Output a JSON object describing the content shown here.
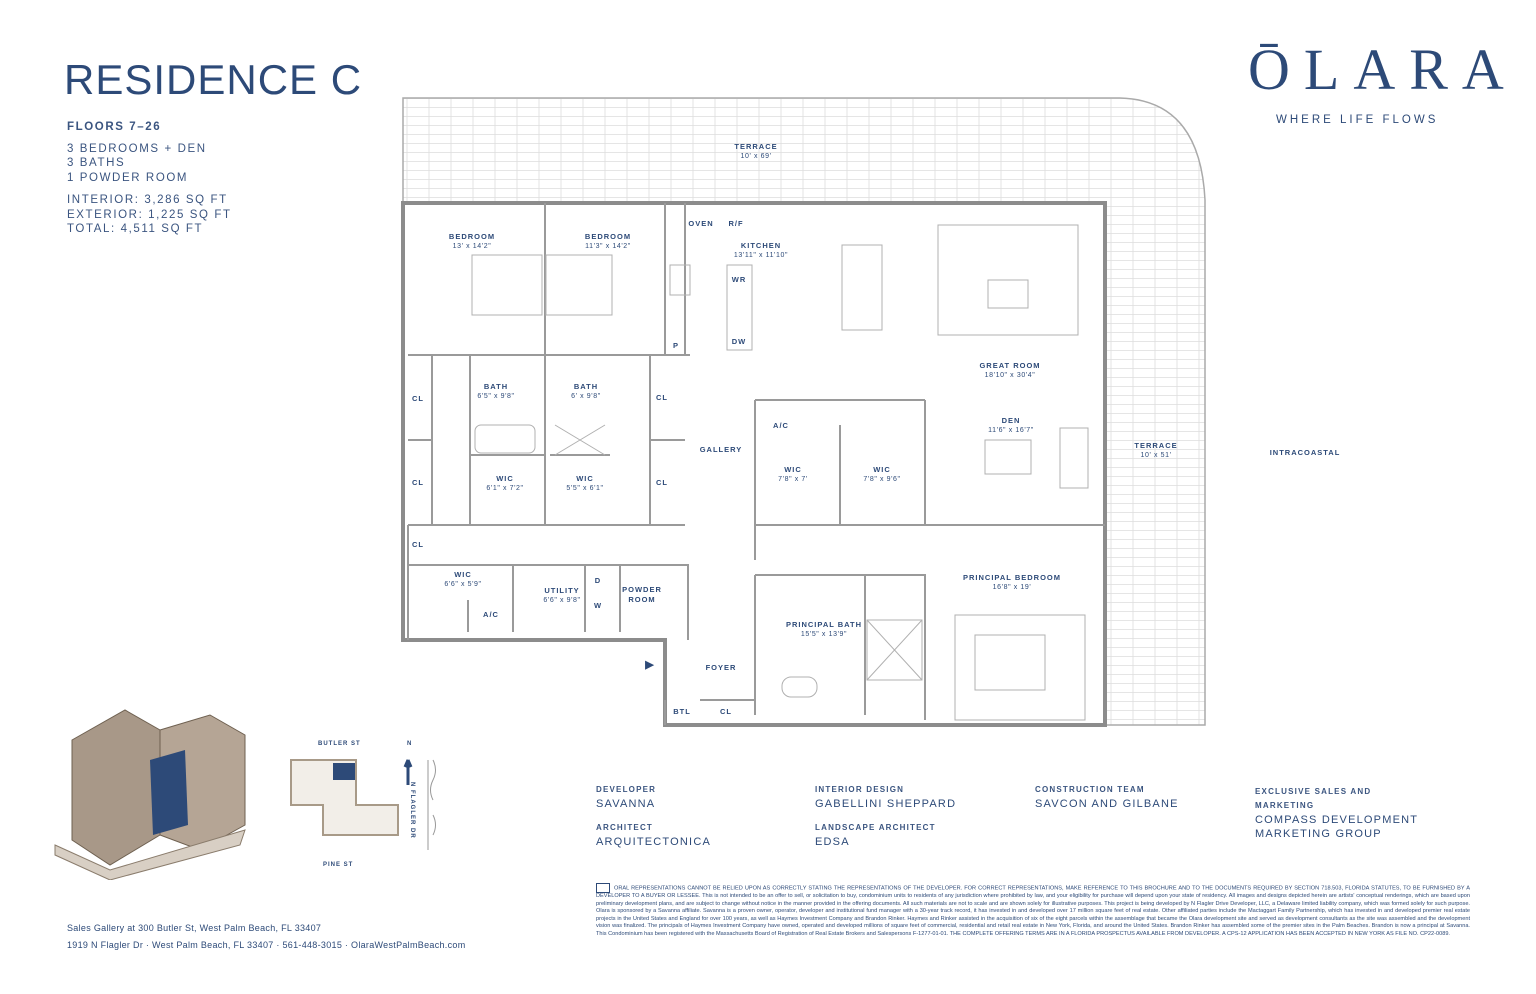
{
  "header": {
    "title": "RESIDENCE C",
    "floors": "FLOORS 7–26",
    "rooms": [
      "3 BEDROOMS + DEN",
      "3 BATHS",
      "1 POWDER ROOM"
    ],
    "areas": [
      "INTERIOR: 3,286 SQ FT",
      "EXTERIOR: 1,225 SQ FT",
      "TOTAL: 4,511 SQ FT"
    ]
  },
  "brand": {
    "logo": "ŌLARA",
    "tagline": "WHERE LIFE FLOWS"
  },
  "plan": {
    "terrace_top": {
      "name": "TERRACE",
      "dim": "10' x 69'"
    },
    "terrace_right": {
      "name": "TERRACE",
      "dim": "10' x 51'"
    },
    "intracoastal": "INTRACOASTAL",
    "bedroom1": {
      "name": "BEDROOM",
      "dim": "13' x 14'2\""
    },
    "bedroom2": {
      "name": "BEDROOM",
      "dim": "11'3\" x 14'2\""
    },
    "kitchen": {
      "name": "KITCHEN",
      "dim": "13'11\" x 11'10\""
    },
    "great_room": {
      "name": "GREAT ROOM",
      "dim": "18'10\" x 30'4\""
    },
    "bath1": {
      "name": "BATH",
      "dim": "6'5\" x 9'8\""
    },
    "bath2": {
      "name": "BATH",
      "dim": "6' x 9'8\""
    },
    "wic1": {
      "name": "WIC",
      "dim": "6'1\" x 7'2\""
    },
    "wic2": {
      "name": "WIC",
      "dim": "5'5\" x 6'1\""
    },
    "gallery": "GALLERY",
    "wic3": {
      "name": "WIC",
      "dim": "7'8\" x 7'"
    },
    "wic4": {
      "name": "WIC",
      "dim": "7'8\" x 9'6\""
    },
    "den": {
      "name": "DEN",
      "dim": "11'6\" x 16'7\""
    },
    "wic5": {
      "name": "WIC",
      "dim": "6'6\" x 5'9\""
    },
    "utility": {
      "name": "UTILITY",
      "dim": "6'6\" x 9'8\""
    },
    "powder": {
      "name": "POWDER ROOM"
    },
    "principal_bedroom": {
      "name": "PRINCIPAL BEDROOM",
      "dim": "16'8\" x 19'"
    },
    "principal_bath": {
      "name": "PRINCIPAL BATH",
      "dim": "15'5\" x 13'9\""
    },
    "foyer": "FOYER",
    "tags": {
      "oven": "OVEN",
      "rf": "R/F",
      "wr": "WR",
      "dw": "DW",
      "p": "P",
      "ac": "A/C",
      "cl": "CL",
      "d": "D",
      "w": "W",
      "btl": "BTL"
    }
  },
  "sitemap": {
    "north_street": "BUTLER ST",
    "south_street": "PINE ST",
    "east_street": "N FLAGLER DR",
    "north": "N",
    "highlight": "#2d4a78"
  },
  "credits": [
    {
      "h": "DEVELOPER",
      "v": "SAVANNA"
    },
    {
      "h": "ARCHITECT",
      "v": "ARQUITECTONICA"
    },
    {
      "h": "INTERIOR DESIGN",
      "v": "GABELLINI SHEPPARD"
    },
    {
      "h": "LANDSCAPE ARCHITECT",
      "v": "EDSA"
    },
    {
      "h": "CONSTRUCTION TEAM",
      "v": "SAVCON AND GILBANE"
    },
    {
      "h": "EXCLUSIVE SALES AND MARKETING",
      "v": "COMPASS DEVELOPMENT MARKETING GROUP"
    }
  ],
  "footer": {
    "gallery": "Sales Gallery at 300 Butler St, West Palm Beach, FL 33407",
    "address": "1919 N Flagler Dr  ·  West Palm Beach, FL 33407  ·  561-448-3015  ·  OlaraWestPalmBeach.com"
  },
  "legal": "ORAL REPRESENTATIONS CANNOT BE RELIED UPON AS CORRECTLY STATING THE REPRESENTATIONS OF THE DEVELOPER. FOR CORRECT REPRESENTATIONS, MAKE REFERENCE TO THIS BROCHURE AND TO THE DOCUMENTS REQUIRED BY SECTION 718.503, FLORIDA STATUTES, TO BE FURNISHED BY A DEVELOPER TO A BUYER OR LESSEE. This is not intended to be an offer to sell, or solicitation to buy, condominium units to residents of any jurisdiction where prohibited by law, and your eligibility for purchase will depend upon your state of residency. All images and designs depicted herein are artists' conceptual renderings, which are based upon preliminary development plans, and are subject to change without notice in the manner provided in the offering documents. All such materials are not to scale and are shown solely for illustrative purposes. This project is being developed by N Flagler Drive Developer, LLC, a Delaware limited liability company, which was formed solely for such purpose. Olara is sponsored by a Savanna affiliate. Savanna is a proven owner, operator, developer and institutional fund manager with a 30-year track record, it has invested in and developed over 17 million square feet of real estate. Other affiliated parties include the Mactaggart Family Partnership, which has invested in and developed premier real estate projects in the United States and England for over 100 years, as well as Haymes Investment Company and Brandon Rinker. Haymes and Rinker assisted in the acquisition of six of the eight parcels within the assemblage that became the Olara development site and served as development consultants as the site was assembled and the development vision was finalized. The principals of Haymes Investment Company have owned, operated and developed millions of square feet of commercial, residential and retail real estate in New York, Florida, and around the United States. Brandon Rinker has assembled some of the premier sites in the Palm Beaches. Brandon is now a principal at Savanna. This Condominium has been registered with the Massachusetts Board of Registration of Real Estate Brokers and Salespersons F-1277-01-01. THE COMPLETE OFFERING TERMS ARE IN A FLORIDA PROSPECTUS AVAILABLE FROM DEVELOPER. A CPS-12 APPLICATION HAS BEEN ACCEPTED IN NEW YORK AS FILE NO. CP22-0089."
}
